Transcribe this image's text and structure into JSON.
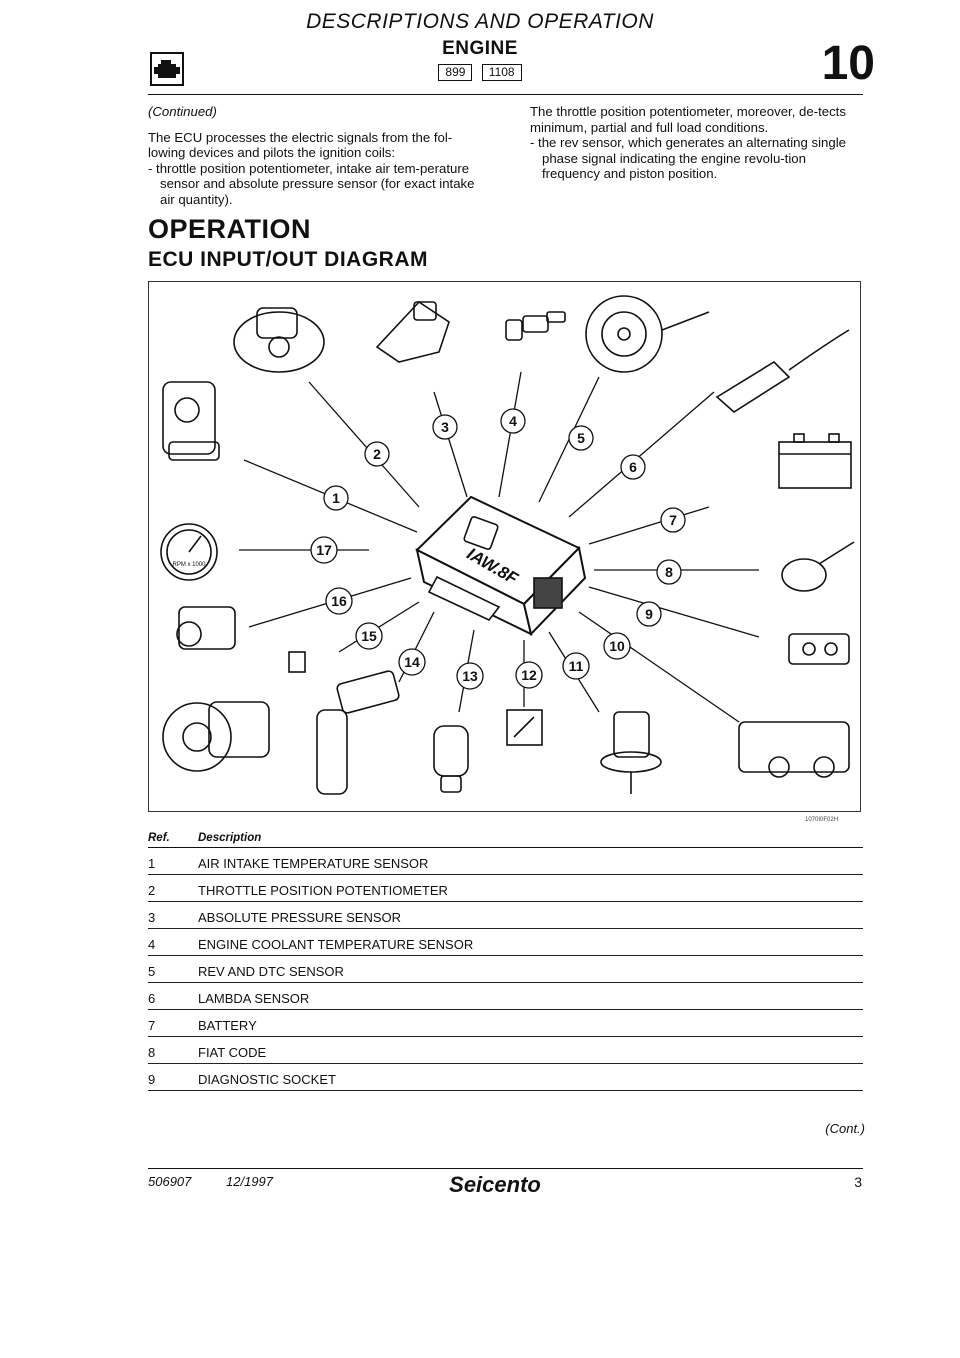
{
  "header": {
    "title": "DESCRIPTIONS AND OPERATION",
    "subtitle": "ENGINE",
    "codes": [
      "899",
      "1108"
    ],
    "section_number": "10"
  },
  "left_text": {
    "continued": "(Continued)",
    "para": "The ECU processes the electric signals from the fol-lowing devices and pilots the ignition coils:",
    "bullet": "- throttle position potentiometer, intake air tem-perature sensor and absolute pressure sensor (for exact intake air quantity)."
  },
  "right_text": {
    "para": "The throttle position potentiometer, moreover, de-tects minimum, partial and full load conditions.",
    "bullet": "- the rev sensor, which generates an alternating single phase signal indicating the engine revolu-tion frequency and piston position."
  },
  "operation_heading": "OPERATION",
  "diagram_heading": "ECU INPUT/OUT DIAGRAM",
  "diagram": {
    "ecu_label": "IAW.8F",
    "figure_code": "1070I0F02H",
    "gauge_label": "RPM\nx 1000",
    "callouts": [
      "1",
      "2",
      "3",
      "4",
      "5",
      "6",
      "7",
      "8",
      "9",
      "10",
      "11",
      "12",
      "13",
      "14",
      "15",
      "16",
      "17"
    ]
  },
  "table": {
    "header_ref": "Ref.",
    "header_desc": "Description",
    "rows": [
      {
        "ref": "1",
        "desc": "AIR INTAKE TEMPERATURE SENSOR"
      },
      {
        "ref": "2",
        "desc": "THROTTLE POSITION POTENTIOMETER"
      },
      {
        "ref": "3",
        "desc": "ABSOLUTE PRESSURE SENSOR"
      },
      {
        "ref": "4",
        "desc": "ENGINE COOLANT TEMPERATURE SENSOR"
      },
      {
        "ref": "5",
        "desc": "REV AND DTC SENSOR"
      },
      {
        "ref": "6",
        "desc": "LAMBDA SENSOR"
      },
      {
        "ref": "7",
        "desc": "BATTERY"
      },
      {
        "ref": "8",
        "desc": "FIAT CODE"
      },
      {
        "ref": "9",
        "desc": "DIAGNOSTIC SOCKET"
      }
    ]
  },
  "cont": "(Cont.)",
  "footer": {
    "doc_number": "506907",
    "date": "12/1997",
    "brand": "Seicento",
    "page": "3"
  }
}
